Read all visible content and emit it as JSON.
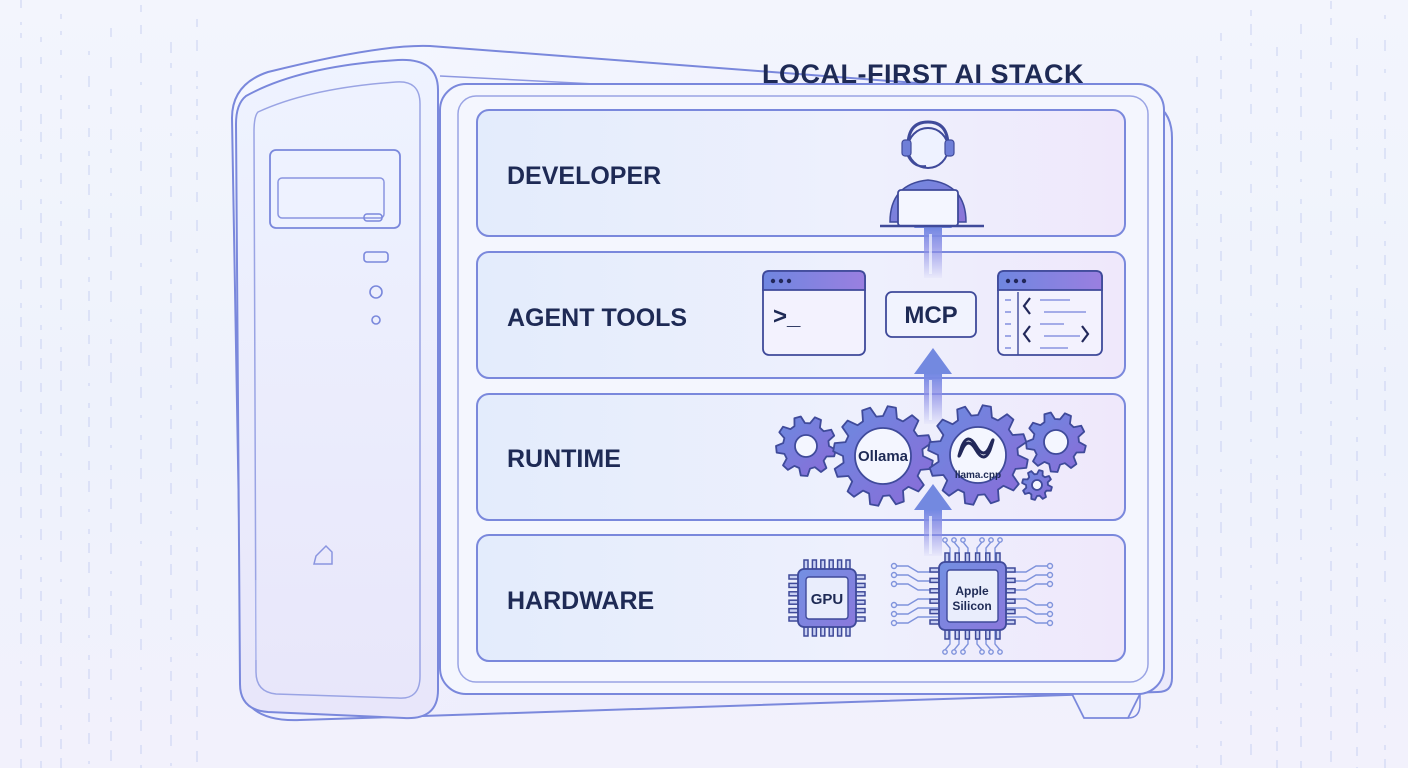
{
  "diagram": {
    "title": "LOCAL-FIRST AI STACK",
    "layers": [
      {
        "label": "DEVELOPER"
      },
      {
        "label": "AGENT TOOLS"
      },
      {
        "label": "RUNTIME"
      },
      {
        "label": "HARDWARE"
      }
    ],
    "agent_tools": {
      "terminal_prompt": ">_",
      "protocol_label": "MCP"
    },
    "runtime": {
      "engine_1": "Ollama",
      "engine_2": "llama.cpp"
    },
    "hardware": {
      "chip_1": "GPU",
      "chip_2_line_1": "Apple",
      "chip_2_line_2": "Silicon"
    },
    "colors": {
      "outline": "#7a88dc",
      "layer_fill_start": "#e6edfc",
      "layer_fill_end": "#ece6fb",
      "gear_fill": "#7077d6",
      "window_header": "#8a84e0",
      "chip_fill": "#7f86dc",
      "text": "#1e2a55"
    }
  }
}
